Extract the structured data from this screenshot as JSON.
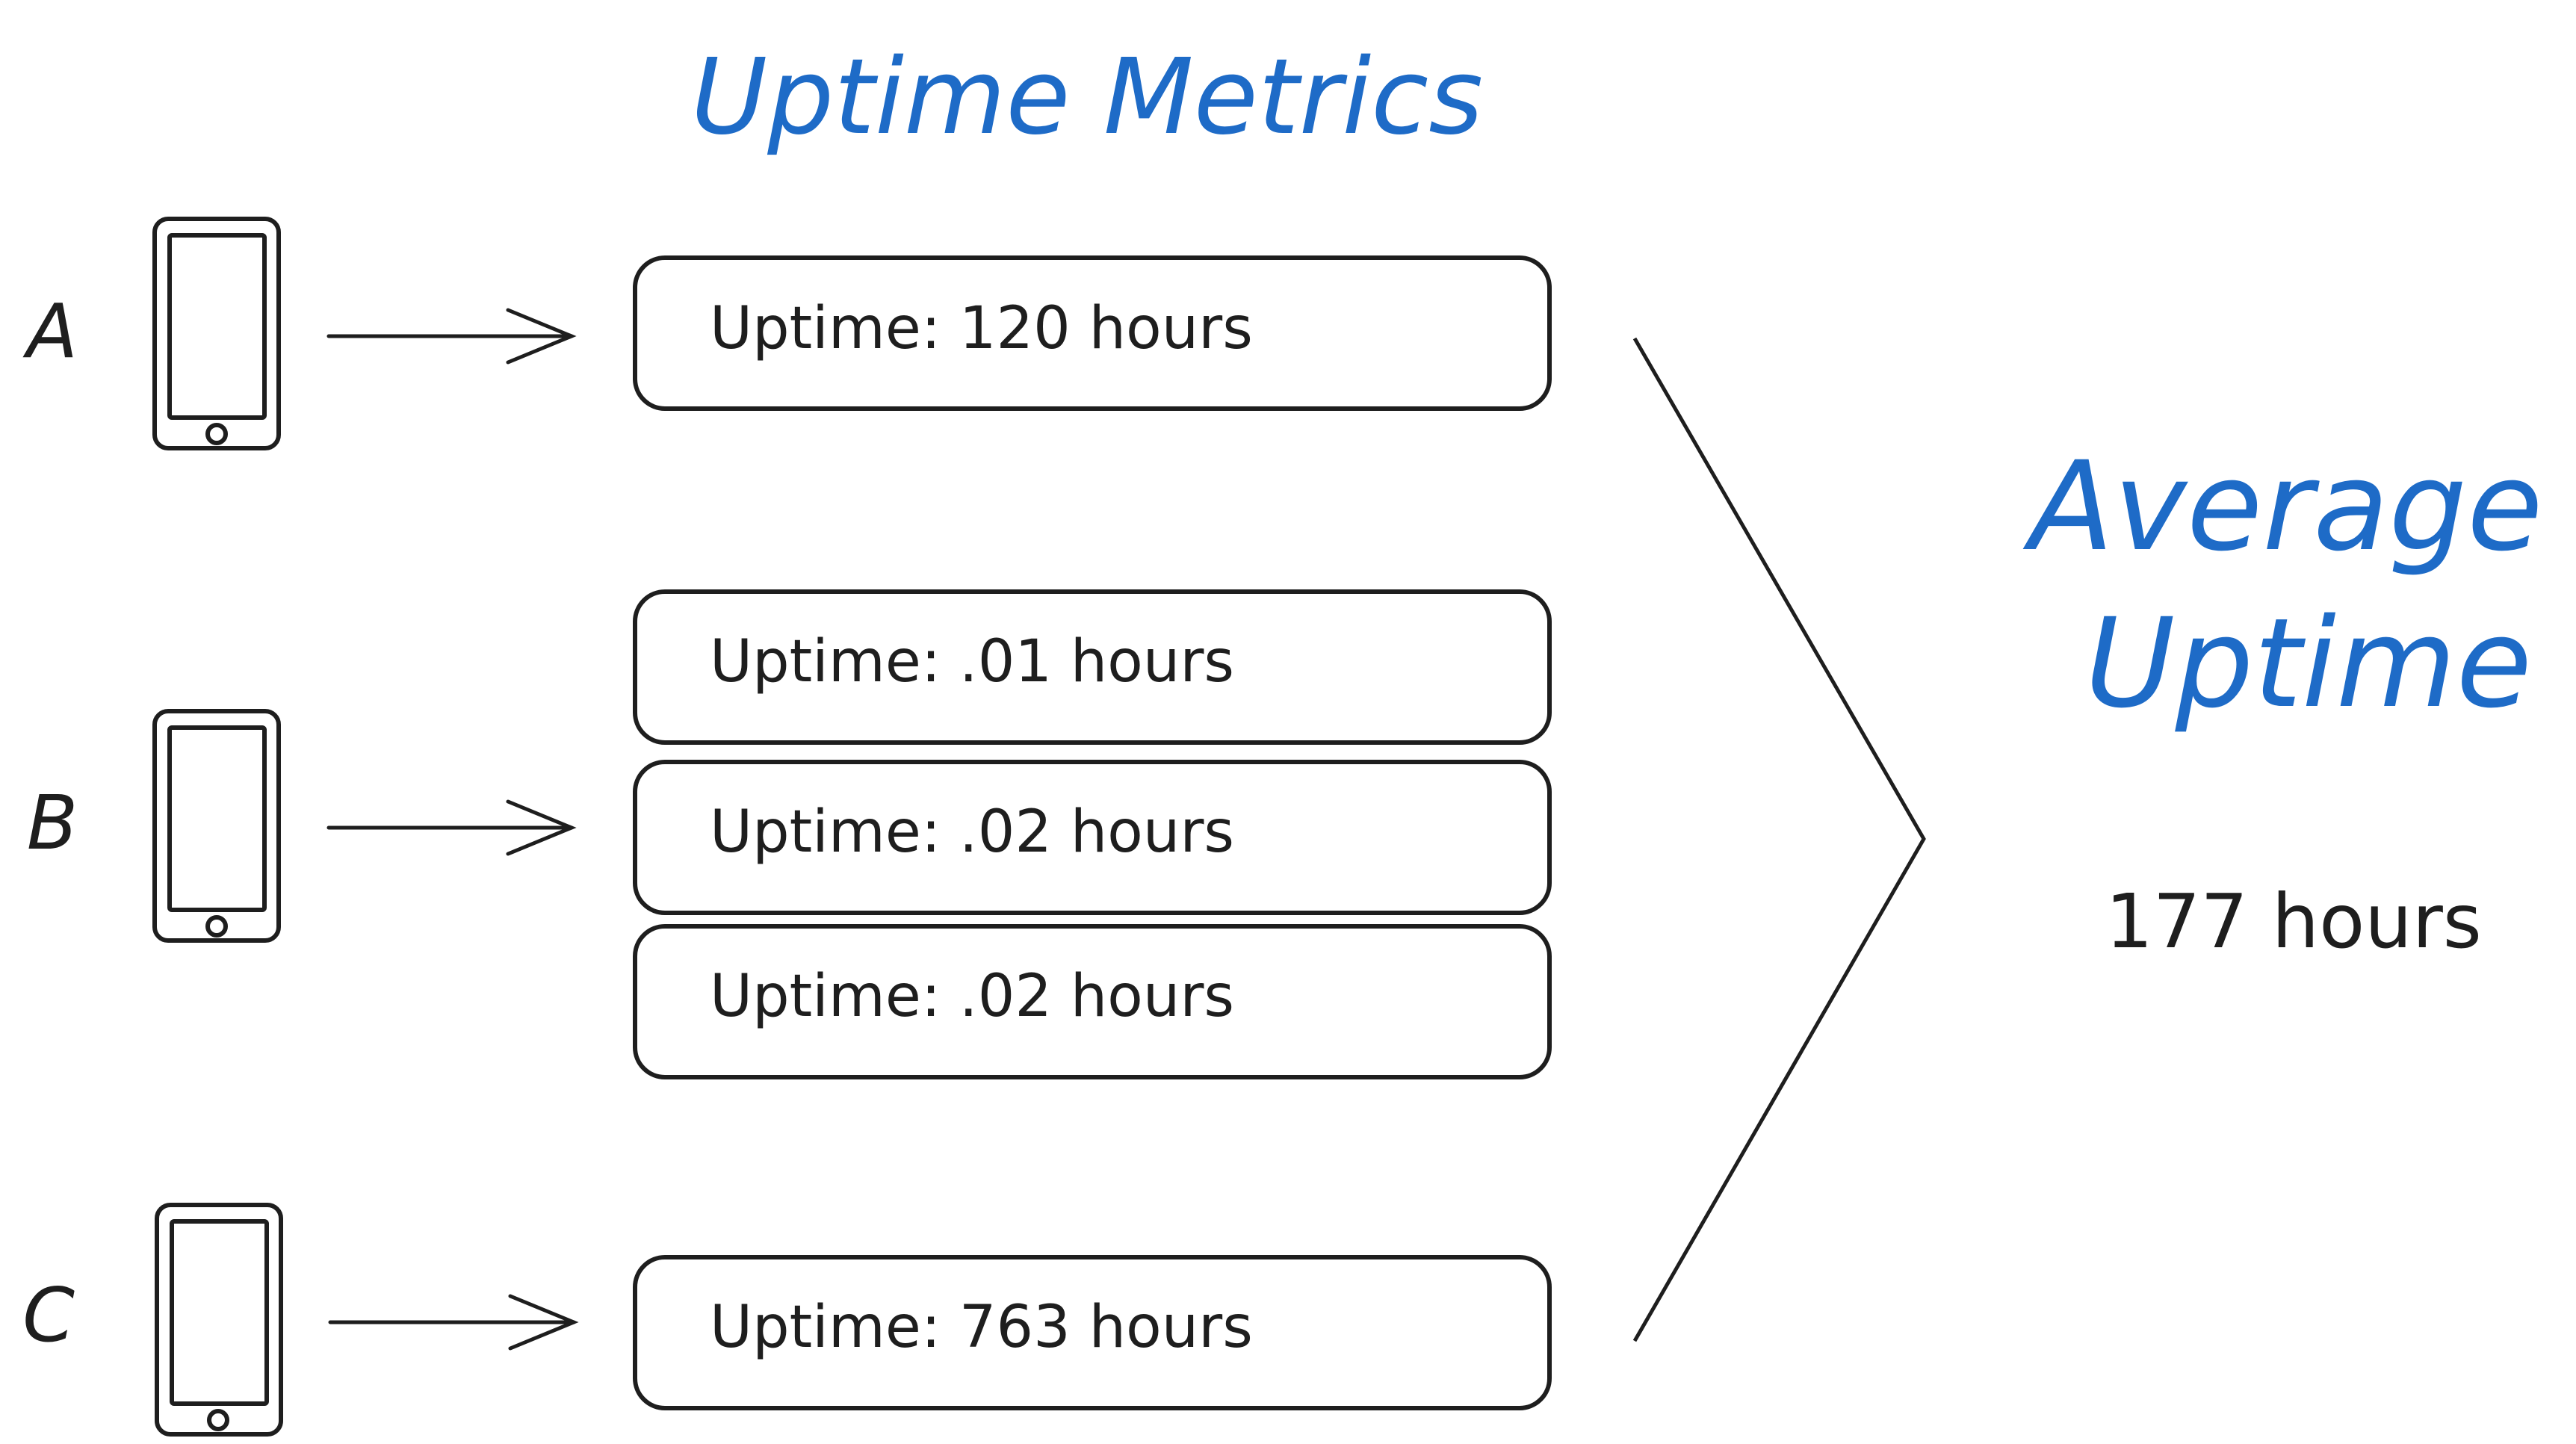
{
  "title": "Uptime Metrics",
  "colors": {
    "accent": "#1e6bc7",
    "ink": "#1e1e1e"
  },
  "devices": [
    {
      "label": "A",
      "icon": "smartphone-icon"
    },
    {
      "label": "B",
      "icon": "smartphone-icon"
    },
    {
      "label": "C",
      "icon": "smartphone-icon"
    }
  ],
  "metrics": [
    {
      "device": "A",
      "text": "Uptime: 120 hours"
    },
    {
      "device": "B",
      "text": "Uptime: .01 hours"
    },
    {
      "device": "B",
      "text": "Uptime: .02 hours"
    },
    {
      "device": "B",
      "text": "Uptime: .02 hours"
    },
    {
      "device": "C",
      "text": "Uptime: 763 hours"
    }
  ],
  "average": {
    "heading_line1": "Average",
    "heading_line2": "Uptime",
    "value": "177 hours"
  }
}
